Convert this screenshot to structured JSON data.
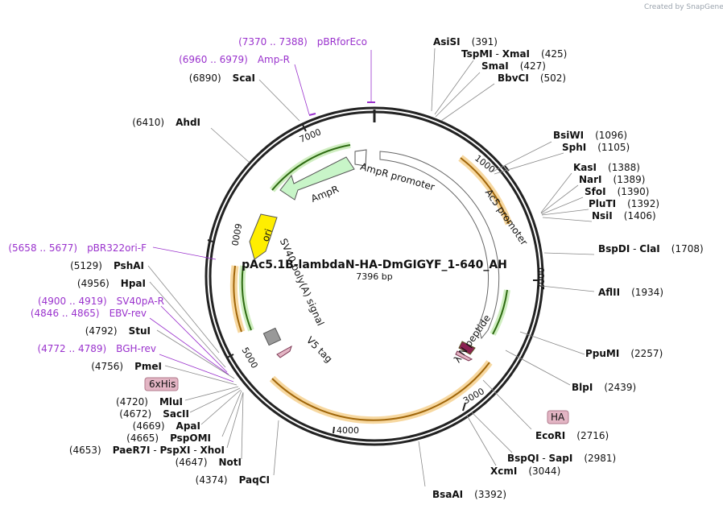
{
  "watermark": "Created by SnapGene",
  "plasmid": {
    "name": "pAc5.1B-lambdaN-HA-DmGIGYF_1-640_AH",
    "length": "7396 bp"
  },
  "ticks": [
    "1000",
    "2000",
    "3000",
    "4000",
    "5000",
    "6000",
    "7000"
  ],
  "enzymes": [
    {
      "name": "AsiSI",
      "pos": "(391)"
    },
    {
      "name": "TspMI",
      "name2": "XmaI",
      "pos": "(425)"
    },
    {
      "name": "SmaI",
      "pos": "(427)"
    },
    {
      "name": "BbvCI",
      "pos": "(502)"
    },
    {
      "name": "BsiWI",
      "pos": "(1096)"
    },
    {
      "name": "SphI",
      "pos": "(1105)"
    },
    {
      "name": "KasI",
      "pos": "(1388)"
    },
    {
      "name": "NarI",
      "pos": "(1389)"
    },
    {
      "name": "SfoI",
      "pos": "(1390)"
    },
    {
      "name": "PluTI",
      "pos": "(1392)"
    },
    {
      "name": "NsiI",
      "pos": "(1406)"
    },
    {
      "name": "BspDI",
      "name2": "ClaI",
      "pos": "(1708)"
    },
    {
      "name": "AflII",
      "pos": "(1934)"
    },
    {
      "name": "PpuMI",
      "pos": "(2257)"
    },
    {
      "name": "BlpI",
      "pos": "(2439)"
    },
    {
      "name": "EcoRI",
      "pos": "(2716)"
    },
    {
      "name": "BspQI",
      "name2": "SapI",
      "pos": "(2981)"
    },
    {
      "name": "XcmI",
      "pos": "(3044)"
    },
    {
      "name": "BsaAI",
      "pos": "(3392)"
    },
    {
      "name": "PaqCI",
      "pos": "(4374)"
    },
    {
      "name": "NotI",
      "pos": "(4647)"
    },
    {
      "name": "PaeR7I",
      "name2": "PspXI",
      "name3": "XhoI",
      "pos": "(4653)"
    },
    {
      "name": "PspOMI",
      "pos": "(4665)"
    },
    {
      "name": "ApaI",
      "pos": "(4669)"
    },
    {
      "name": "SacII",
      "pos": "(4672)"
    },
    {
      "name": "MluI",
      "pos": "(4720)"
    },
    {
      "name": "PmeI",
      "pos": "(4756)"
    },
    {
      "name": "StuI",
      "pos": "(4792)"
    },
    {
      "name": "HpaI",
      "pos": "(4956)"
    },
    {
      "name": "PshAI",
      "pos": "(5129)"
    },
    {
      "name": "AhdI",
      "pos": "(6410)"
    },
    {
      "name": "ScaI",
      "pos": "(6890)"
    }
  ],
  "primers": [
    {
      "range": "(7370 .. 7388)",
      "name": "pBRforEco"
    },
    {
      "range": "(6960 .. 6979)",
      "name": "Amp-R"
    },
    {
      "range": "(5658 .. 5677)",
      "name": "pBR322ori-F"
    },
    {
      "range": "(4900 .. 4919)",
      "name": "SV40pA-R"
    },
    {
      "range": "(4846 .. 4865)",
      "name": "EBV-rev"
    },
    {
      "range": "(4772 .. 4789)",
      "name": "BGH-rev"
    }
  ],
  "features": {
    "ampr": "AmpR",
    "ampr_promoter": "AmpR promoter",
    "ac5_promoter": "Ac5 promoter",
    "ori": "ori",
    "sv40": "SV40 poly(A) signal",
    "v5": "V5 tag",
    "lambdan": "λ N peptide",
    "his": "6xHis",
    "ha": "HA"
  },
  "colors": {
    "primer": "#9a32cd",
    "orf": "#f5a623",
    "green": "#5fae2e",
    "ampr": "#c8f5c8",
    "ori": "#ffee00",
    "tag": "#e3b5c4",
    "lambda": "#8b2252"
  }
}
